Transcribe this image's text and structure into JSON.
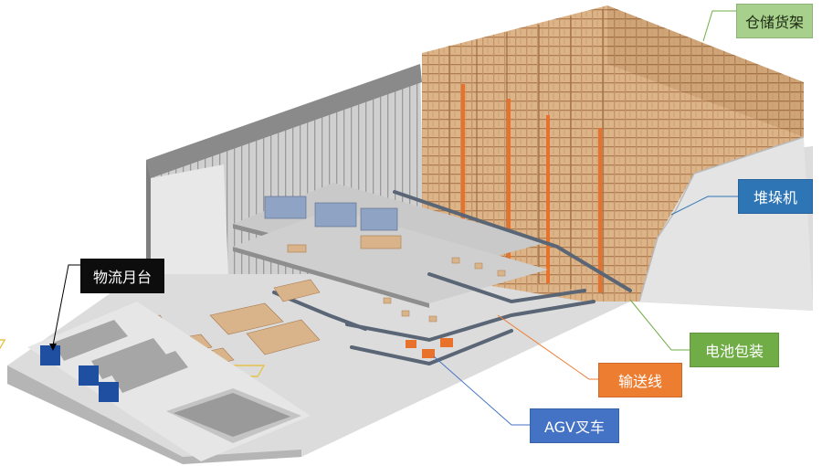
{
  "labels": {
    "storage_rack": "仓储货架",
    "stacker_crane": "堆垛机",
    "logistics_dock": "物流月台",
    "battery_packaging": "电池包装",
    "conveyor_line": "输送线",
    "agv_forklift": "AGV叉车"
  },
  "colors": {
    "storage_rack": "#a8d08d",
    "stacker_crane": "#2e75b6",
    "logistics_dock": "#0d0d0d",
    "battery_packaging": "#70ad47",
    "conveyor_line": "#ed7d31",
    "agv_forklift": "#4472c4",
    "floor": "#d9d9d9",
    "building": "#bfbfbf",
    "carton": "#d9b48a",
    "rack_frame": "#a6744a",
    "truck_cab": "#1f4fa0"
  }
}
